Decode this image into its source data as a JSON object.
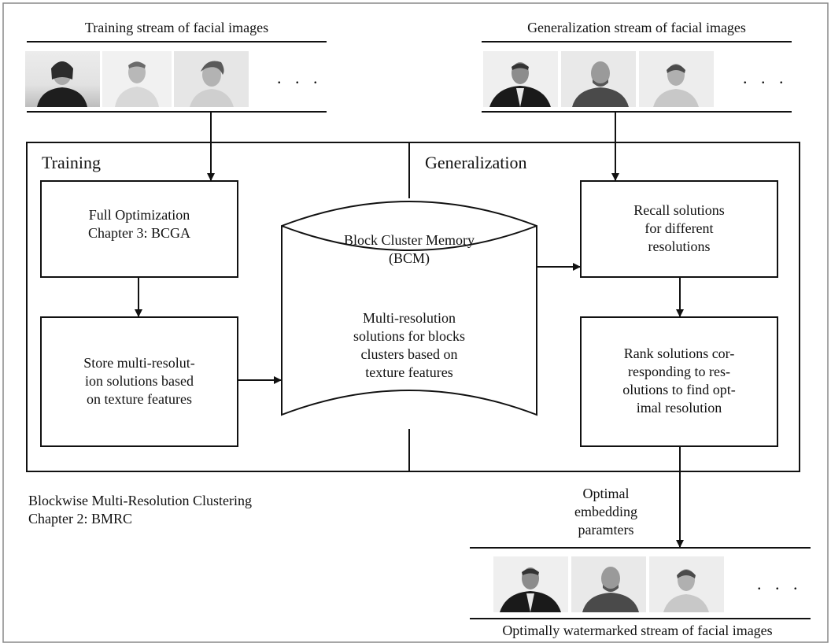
{
  "training_stream": {
    "title": "Training stream of facial images",
    "ellipsis": ". . ."
  },
  "generalization_stream": {
    "title": "Generalization stream of facial images",
    "ellipsis": ". . ."
  },
  "output_stream": {
    "title": "Optimally watermarked stream of facial images",
    "ellipsis": ". . ."
  },
  "sections": {
    "training": "Training",
    "generalization": "Generalization"
  },
  "boxes": {
    "full_optimization": [
      "Full Optimization",
      "Chapter 3: BCGA"
    ],
    "store_solutions": [
      "Store multi-resolut-",
      "ion solutions based",
      "on texture features"
    ],
    "recall_solutions": [
      "Recall solutions",
      "for different",
      "resolutions"
    ],
    "rank_solutions": [
      "Rank solutions cor-",
      "responding to res-",
      "olutions to find opt-",
      "imal resolution"
    ]
  },
  "bcm": {
    "title": [
      "Block Cluster Memory",
      "(BCM)"
    ],
    "body": [
      "Multi-resolution",
      "solutions for blocks",
      "clusters based on",
      "texture features"
    ]
  },
  "footer": {
    "bmrc": [
      "Blockwise Multi-Resolution Clustering",
      "Chapter 2: BMRC"
    ],
    "optimal_params": [
      "Optimal",
      "embedding",
      "paramters"
    ]
  }
}
